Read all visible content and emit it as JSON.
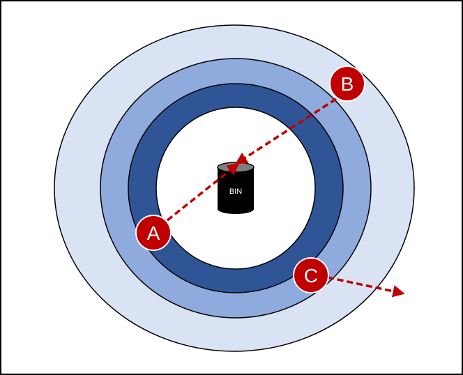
{
  "diagram": {
    "bin": {
      "label": "BIN"
    },
    "markers": [
      {
        "label": "A"
      },
      {
        "label": "B"
      },
      {
        "label": "C"
      }
    ],
    "colors": {
      "outer_ring": "#dae3f3",
      "middle_ring": "#8faadc",
      "inner_ring": "#2f5597",
      "center": "#ffffff",
      "marker_fill": "#c00000",
      "arrow": "#c00000",
      "bin_body": "#000000",
      "bin_top": "#7f7f7f",
      "outline": "#000000"
    }
  }
}
